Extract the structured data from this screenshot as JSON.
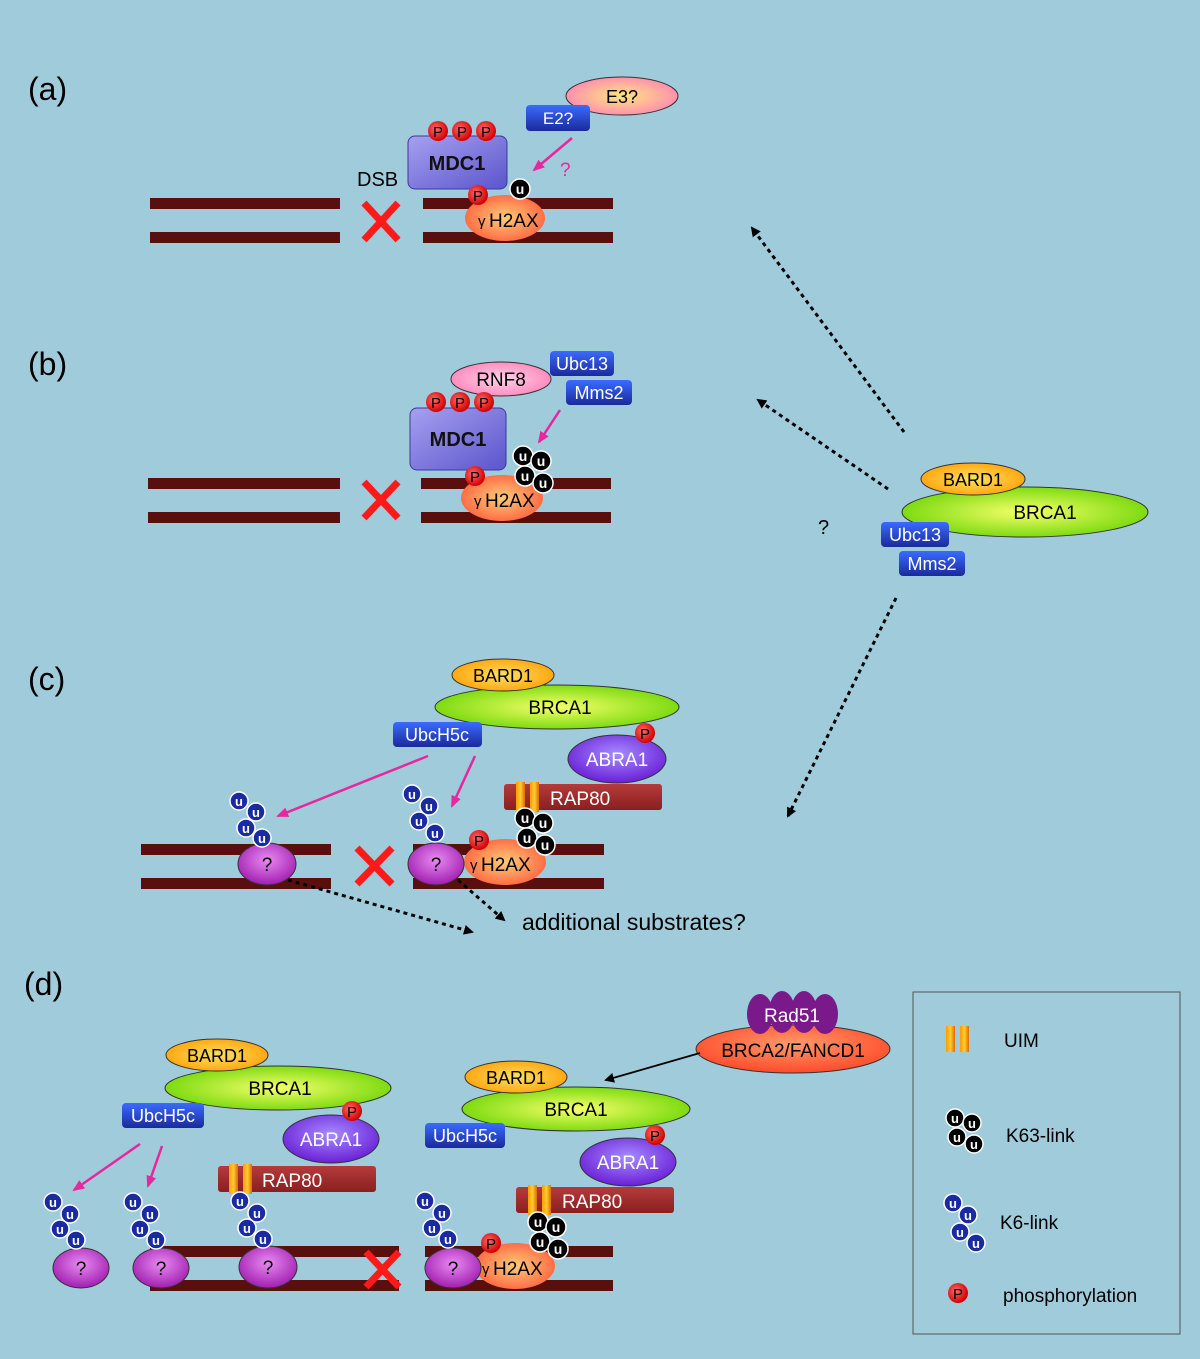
{
  "panels": {
    "a": {
      "label": "(a)",
      "dsb": "DSB",
      "e3": "E3?",
      "e2": "E2?",
      "question": "?",
      "mdc1": "MDC1",
      "p": "P",
      "u": "u",
      "h2ax_gamma": "γ",
      "h2ax": "H2AX"
    },
    "b": {
      "label": "(b)",
      "rnf8": "RNF8",
      "ubc13": "Ubc13",
      "mms2": "Mms2",
      "mdc1": "MDC1",
      "p": "P",
      "u": "u",
      "h2ax_gamma": "γ",
      "h2ax": "H2AX"
    },
    "center": {
      "bard1": "BARD1",
      "brca1": "BRCA1",
      "ubc13": "Ubc13",
      "mms2": "Mms2",
      "question": "?"
    },
    "c": {
      "label": "(c)",
      "bard1": "BARD1",
      "brca1": "BRCA1",
      "ubch5c": "UbcH5c",
      "abra1": "ABRA1",
      "rap80": "RAP80",
      "p": "P",
      "u": "u",
      "q": "?",
      "h2ax_gamma": "γ",
      "h2ax": "H2AX",
      "additional": "additional substrates?"
    },
    "d": {
      "label": "(d)",
      "bard1": "BARD1",
      "brca1": "BRCA1",
      "ubch5c": "UbcH5c",
      "abra1": "ABRA1",
      "rap80": "RAP80",
      "rad51": "Rad51",
      "brca2": "BRCA2/FANCD1",
      "p": "P",
      "u": "u",
      "q": "?",
      "h2ax_gamma": "γ",
      "h2ax": "H2AX"
    }
  },
  "legend": {
    "uim": "UIM",
    "k63": "K63-link",
    "k6": "K6-link",
    "phos": "phosphorylation",
    "u": "u",
    "p": "P"
  },
  "colors": {
    "background": "#9fcbdb",
    "dna": "#5a0f0f",
    "cross": "#ff1a1a",
    "magenta_arrow": "#e8279e",
    "k63_ub": "#000000",
    "k6_ub": "#1a2aa0"
  }
}
